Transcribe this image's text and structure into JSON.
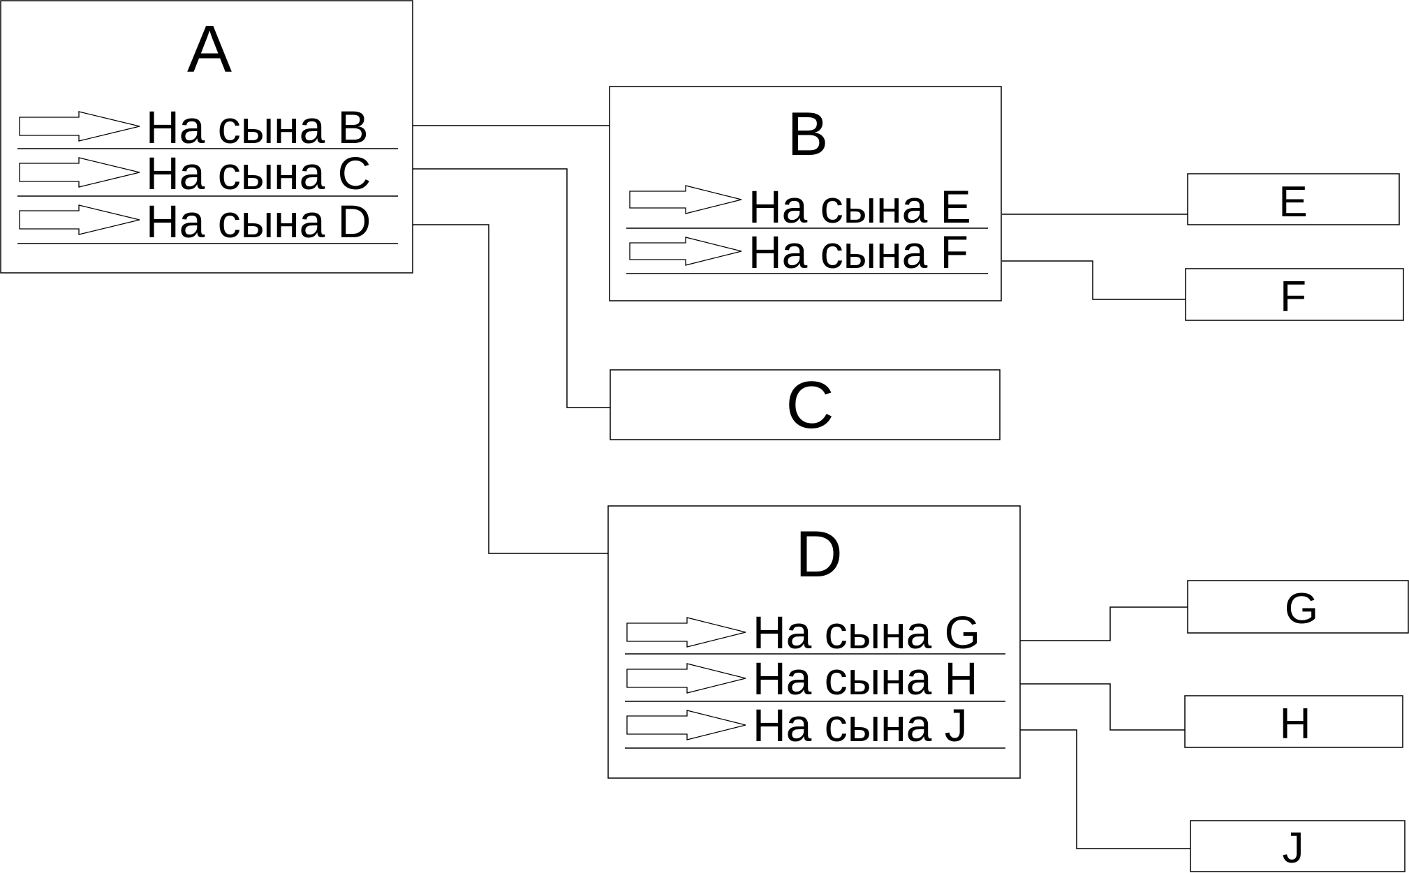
{
  "nodes": {
    "A": {
      "title": "A",
      "pointers": [
        "На сына B",
        "На сына C",
        "На сына D"
      ]
    },
    "B": {
      "title": "B",
      "pointers": [
        "На сына E",
        "На сына F"
      ]
    },
    "C": {
      "title": "C"
    },
    "D": {
      "title": "D",
      "pointers": [
        "На сына G",
        "На сына H",
        "На сына J"
      ]
    },
    "E": {
      "title": "E"
    },
    "F": {
      "title": "F"
    },
    "G": {
      "title": "G"
    },
    "H": {
      "title": "H"
    },
    "J": {
      "title": "J"
    }
  },
  "edges": [
    {
      "from": "A",
      "to": "B"
    },
    {
      "from": "A",
      "to": "C"
    },
    {
      "from": "A",
      "to": "D"
    },
    {
      "from": "B",
      "to": "E"
    },
    {
      "from": "B",
      "to": "F"
    },
    {
      "from": "D",
      "to": "G"
    },
    {
      "from": "D",
      "to": "H"
    },
    {
      "from": "D",
      "to": "J"
    }
  ]
}
